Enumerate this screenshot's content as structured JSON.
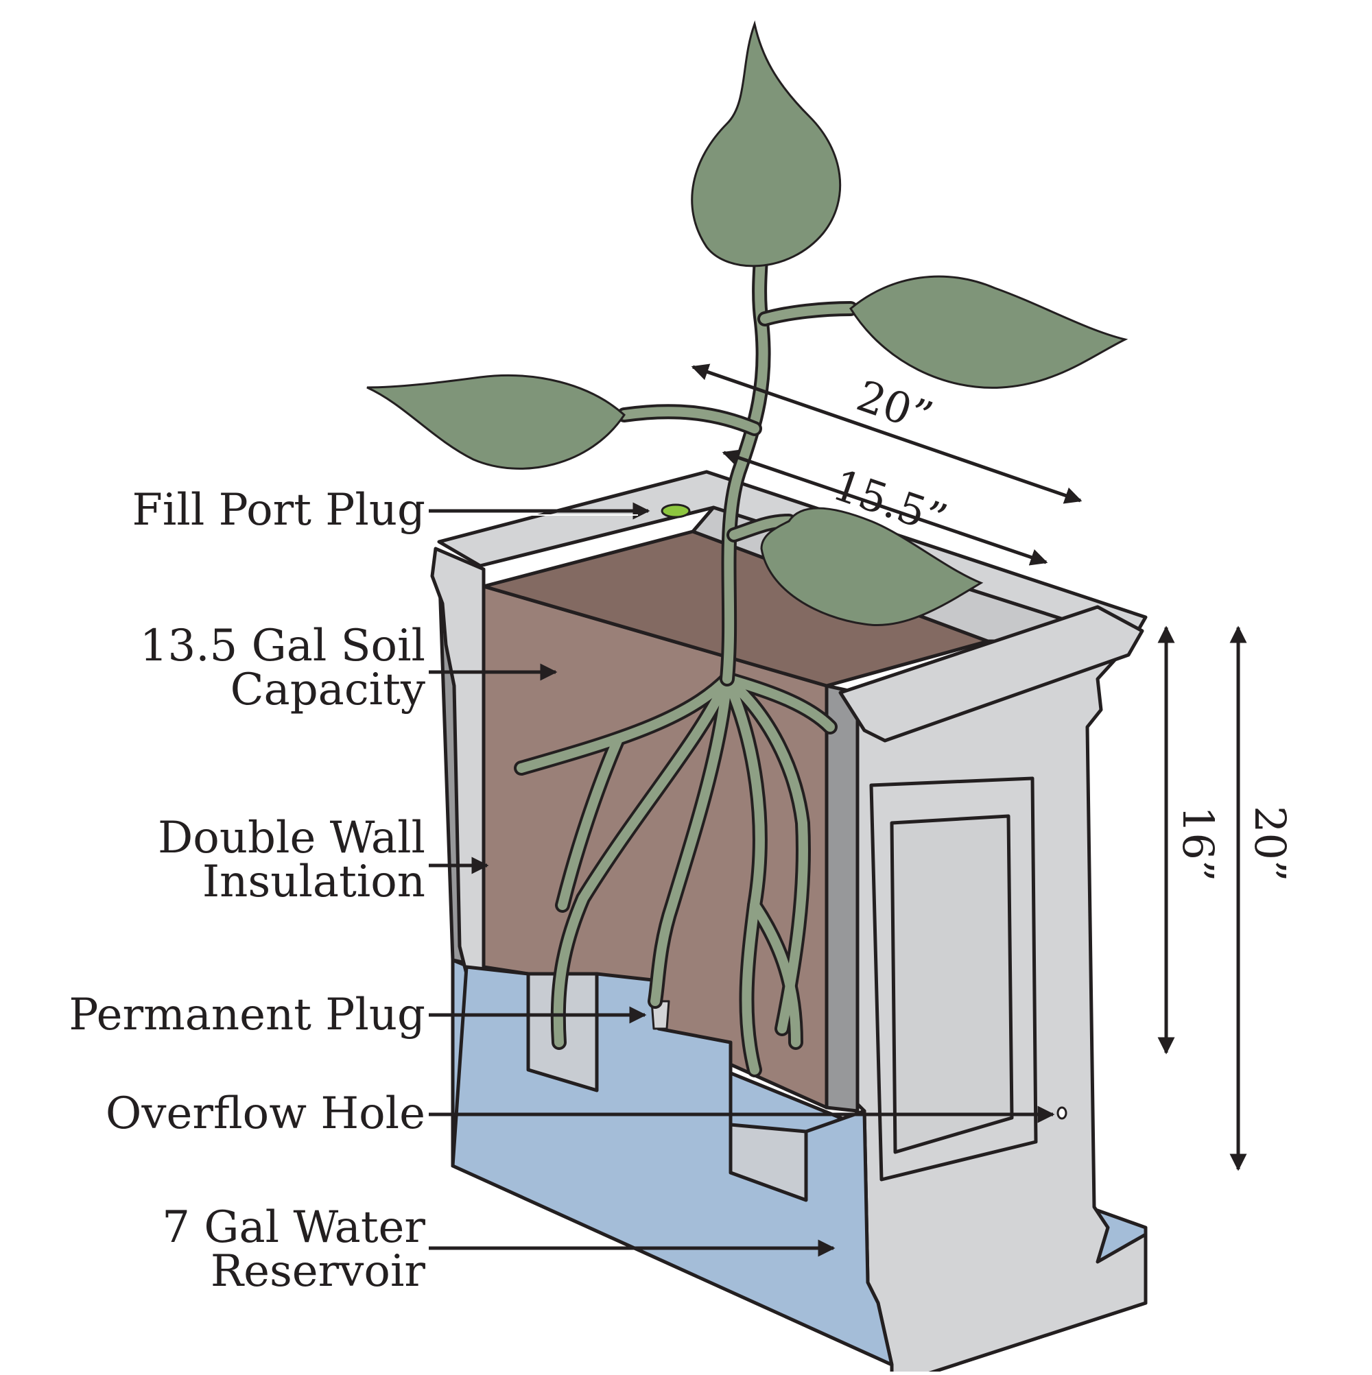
{
  "labels": {
    "fill_port_plug": "Fill Port Plug",
    "soil_capacity_line1": "13.5 Gal Soil",
    "soil_capacity_line2": "Capacity",
    "double_wall_line1": "Double Wall",
    "double_wall_line2": "Insulation",
    "permanent_plug": "Permanent Plug",
    "overflow_hole": "Overflow Hole",
    "water_reservoir_line1": "7 Gal Water",
    "water_reservoir_line2": "Reservoir"
  },
  "dimensions": {
    "outer_width": "20”",
    "inner_width": "15.5”",
    "inner_height": "16”",
    "outer_height": "20”"
  },
  "colors": {
    "leaf": "#7f9579",
    "soil_top": "#836a62",
    "soil_body": "#9a8078",
    "planter_light": "#d3d4d6",
    "planter_dark": "#97989a",
    "water": "#a4bdd8",
    "fill_plug": "#8dc63f",
    "ink": "#231f20"
  }
}
